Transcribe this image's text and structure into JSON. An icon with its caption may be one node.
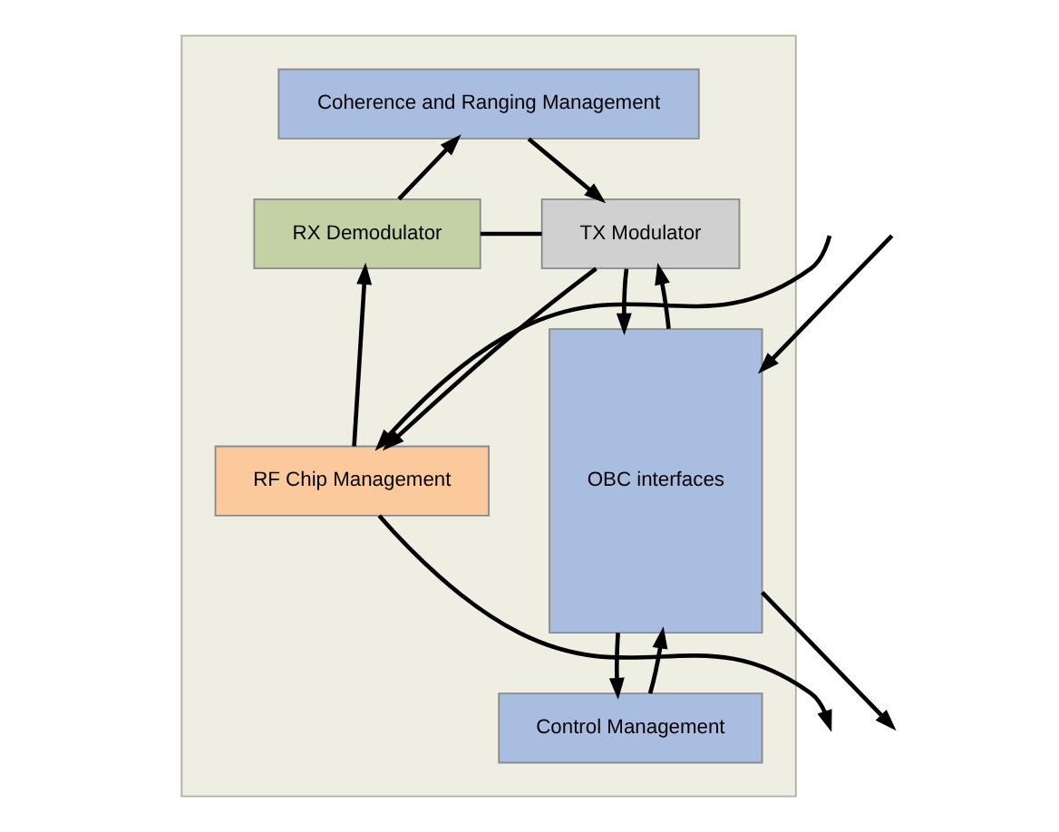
{
  "diagram": {
    "nodes": [
      {
        "text": [],
        "shape": "box"
      },
      {
        "text": [
          "Coherence and Ranging Management"
        ],
        "in": 0
      },
      {
        "text": [
          "RX Demodulator"
        ],
        "in": 0
      },
      {
        "text": [
          "TX Modulator"
        ],
        "in": 0
      },
      {
        "text": [
          "OBC interfaces"
        ],
        "in": 0
      },
      {
        "text": [
          "RF Chip Management"
        ],
        "in": 0
      },
      {
        "text": [
          "Control Management"
        ],
        "in": 0
      }
    ],
    "edges": [
      {
        "from": 2,
        "to": 1,
        "arrow": "to"
      },
      {
        "from": 1,
        "to": 3,
        "arrow": "to"
      },
      {
        "from": 2,
        "to": 3,
        "arrow": "none"
      },
      {
        "from": 3,
        "to": 4,
        "arrow": "to"
      },
      {
        "from": 4,
        "to": 3,
        "arrow": "to"
      },
      {
        "from": 3,
        "to": 5,
        "arrow": "to"
      },
      {
        "from": 5,
        "to": 2,
        "arrow": "to"
      },
      {
        "from": 6,
        "to": 4,
        "arrow": "to"
      },
      {
        "from": 4,
        "to": 6,
        "arrow": "to"
      },
      {
        "from": null,
        "to": 5,
        "arrow": "to"
      },
      {
        "from": 5,
        "to": null,
        "arrow": "to"
      },
      {
        "from": 4,
        "to": null,
        "arrow": "to"
      },
      {
        "from": null,
        "to": 4,
        "arrow": "to"
      }
    ]
  }
}
